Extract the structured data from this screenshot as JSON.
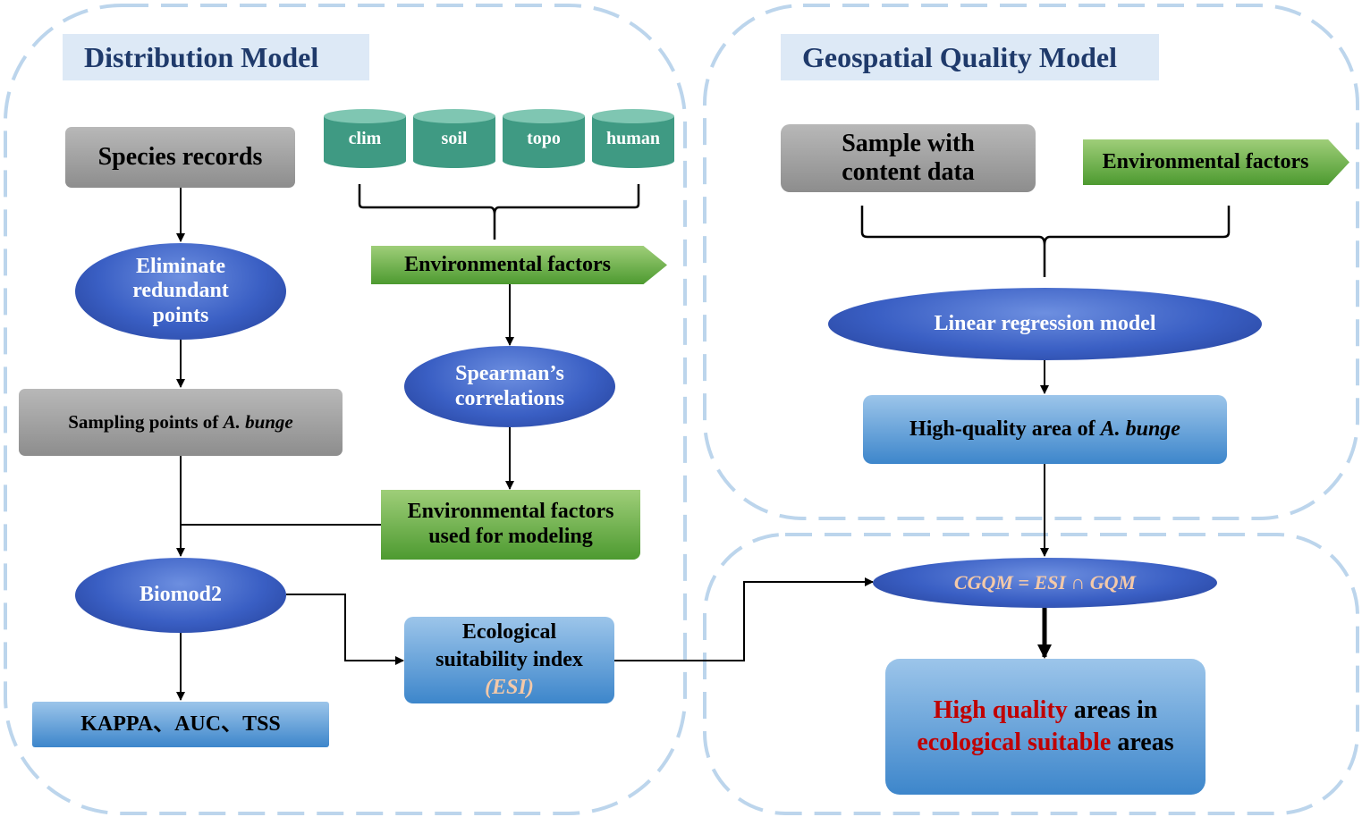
{
  "panels": {
    "distribution_title": "Distribution Model",
    "geospatial_title": "Geospatial Quality Model"
  },
  "left": {
    "species_records": "Species records",
    "databases": [
      "clim",
      "soil",
      "topo",
      "human"
    ],
    "env_factors": "Environmental factors",
    "eliminate": [
      "Eliminate",
      "redundant",
      "points"
    ],
    "spearman": [
      "Spearman’s",
      "correlations"
    ],
    "sampling_prefix": "Sampling points of ",
    "sampling_species": "A. bunge",
    "env_used": [
      "Environmental factors",
      "used for modeling"
    ],
    "biomod": "Biomod2",
    "metrics": "KAPPA、AUC、TSS",
    "esi": [
      "Ecological",
      "suitability index",
      "(ESI)"
    ]
  },
  "right": {
    "sample": [
      "Sample with",
      "content data"
    ],
    "env_factors": "Environmental factors",
    "linear": "Linear regression model",
    "hq_prefix": "High-quality area of ",
    "hq_species": "A. bunge",
    "cgqm": "CGQM = ESI ∩ GQM",
    "final": {
      "line1_red": "High quality",
      "line1_black": " areas in",
      "line2_red": "ecological suitable",
      "line2_black": " areas"
    }
  },
  "colors": {
    "panel_border": "#bcd5ec",
    "title_bg": "#dde9f6",
    "title_text": "#1f3a6b",
    "ellipse": "#3a5fc4",
    "green": "#5aa537",
    "teal": "#3f9a83",
    "gray": "#a3a3a3",
    "red_text": "#c00000"
  }
}
